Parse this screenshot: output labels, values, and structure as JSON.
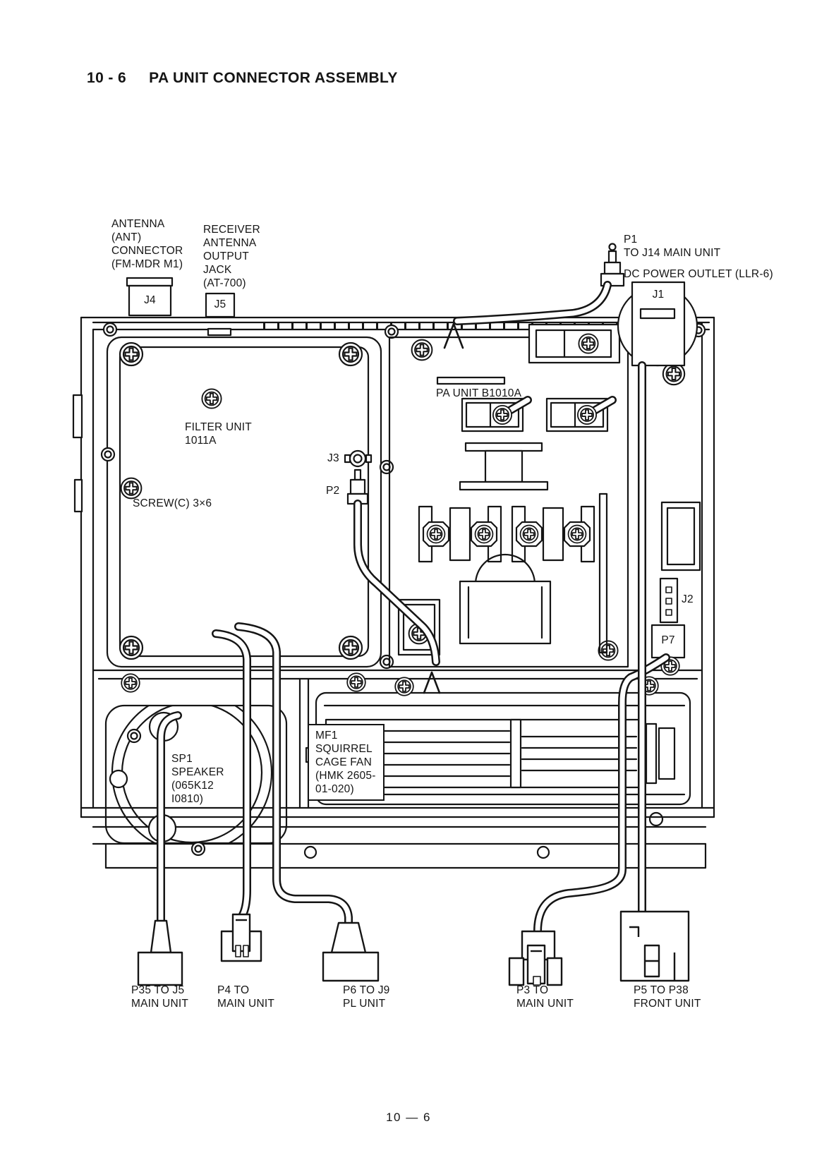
{
  "page": {
    "section_number": "10 - 6",
    "title": "PA UNIT CONNECTOR ASSEMBLY",
    "page_number": "10 — 6"
  },
  "diagram": {
    "colors": {
      "line": "#151515",
      "background": "#ffffff"
    },
    "labels": {
      "antenna_connector": "ANTENNA\n(ANT)\nCONNECTOR\n(FM-MDR M1)",
      "receiver_jack": "RECEIVER\nANTENNA\nOUTPUT\nJACK\n(AT-700)",
      "j4": "J4",
      "j5": "J5",
      "p1": "P1\nTO J14 MAIN UNIT",
      "dc_power_outlet": "DC POWER OUTLET (LLR-6)",
      "j1": "J1",
      "pa_unit": "PA UNIT B1010A",
      "filter_unit": "FILTER UNIT\n1011A",
      "screw_label": "SCREW(C) 3×6",
      "j3": "J3",
      "p2": "P2",
      "j2": "J2",
      "p7": "P7",
      "fan": "MF1\nSQUIRREL\nCAGE FAN\n(HMK 2605-\n01-020)",
      "speaker": "SP1\nSPEAKER\n(065K12\nI0810)",
      "p35": "P35 TO J5\nMAIN UNIT",
      "p4": "P4 TO\nMAIN UNIT",
      "p6": "P6 TO J9\nPL UNIT",
      "p3": "P3 TO\nMAIN UNIT",
      "p5": "P5 TO P38\nFRONT UNIT"
    }
  }
}
